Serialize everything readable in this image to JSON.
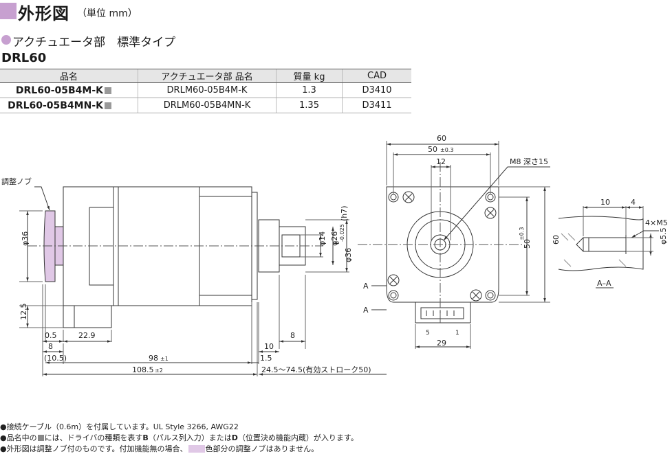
{
  "header": {
    "title": "外形図",
    "unit": "（単位 mm）"
  },
  "subheader": {
    "title": "アクチュエータ部　標準タイプ"
  },
  "model": "DRL60",
  "table": {
    "headers": [
      "品名",
      "アクチュエータ部 品名",
      "質量 kg",
      "CAD"
    ],
    "rows": [
      [
        "DRL60-05B4M-K",
        "DRLM60-05B4M-K",
        "1.3",
        "D3410"
      ],
      [
        "DRL60-05B4MN-K",
        "DRLM60-05B4MN-K",
        "1.35",
        "D3411"
      ]
    ]
  },
  "drawing": {
    "knob_label": "調整ノブ",
    "dims_side": {
      "d36_left": "φ36",
      "h12_5": "12.5",
      "d0_5": "0.5",
      "d22_9": "22.9",
      "d8_left": "8",
      "d10_5": "(10.5)",
      "d98": "98",
      "tol98": "±1",
      "d108_5": "108.5",
      "tol108": "±2",
      "d10": "10",
      "d8_right": "8",
      "d1_5": "1.5",
      "stroke": "24.5～74.5(有効ストローク50)",
      "phi14": "φ14",
      "phi26": "φ26",
      "phi36h7": "φ36",
      "phi36tol": "-0.025",
      "phi36tol0": "0",
      "h7": "(h7)"
    },
    "dims_front": {
      "w60": "60",
      "w50": "50",
      "tol50": "±0.3",
      "w12": "12",
      "thread": "M8 深さ15",
      "h50": "50",
      "htol50": "±0.3",
      "h60": "60",
      "w29": "29",
      "pin5": "5",
      "pin1": "1",
      "sec_a1": "A",
      "sec_a2": "A"
    },
    "dims_section": {
      "d10": "10",
      "d4": "4",
      "tap": "4×M5",
      "phi5_5": "φ5.5",
      "label": "A–A"
    }
  },
  "notes": {
    "n1": "●接続ケーブル（0.6m）を付属しています。UL Style 3266, AWG22",
    "n2a": "●品名中の",
    "n2b": "には、ドライバの種類を表す",
    "n2c": "B",
    "n2d": "（パルス列入力）または",
    "n2e": "D",
    "n2f": "（位置決め機能内蔵）が入ります。",
    "n3a": "●外形図は調整ノブ付のものです。付加機能無の場合、",
    "n3b": "色部分の調整ノブはありません。"
  },
  "colors": {
    "accent": "#c7a0d0",
    "knob": "#e0c8e6",
    "header_bg": "#e6e6e6"
  }
}
